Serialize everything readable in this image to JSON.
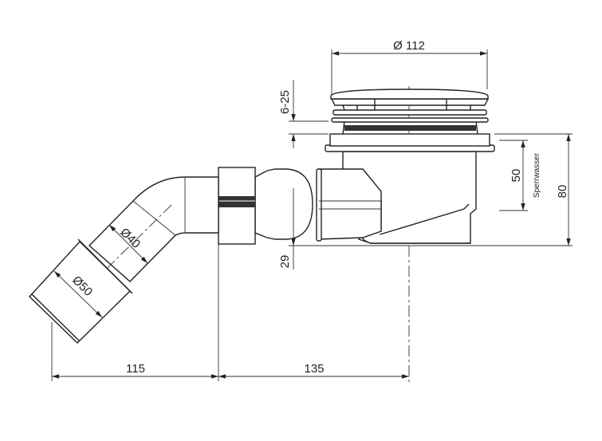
{
  "title": "Shower drain dimension drawing",
  "dimensions": {
    "cover_diameter": "Ø 112",
    "adjust_range": "6-25",
    "water_seal": "50",
    "water_seal_label": "Sperrwasser",
    "total_height": "80",
    "outlet_height": "29",
    "pipe_inner_diameter": "Ø40",
    "pipe_outer_diameter": "Ø50",
    "outlet_length": "115",
    "center_distance": "135"
  }
}
